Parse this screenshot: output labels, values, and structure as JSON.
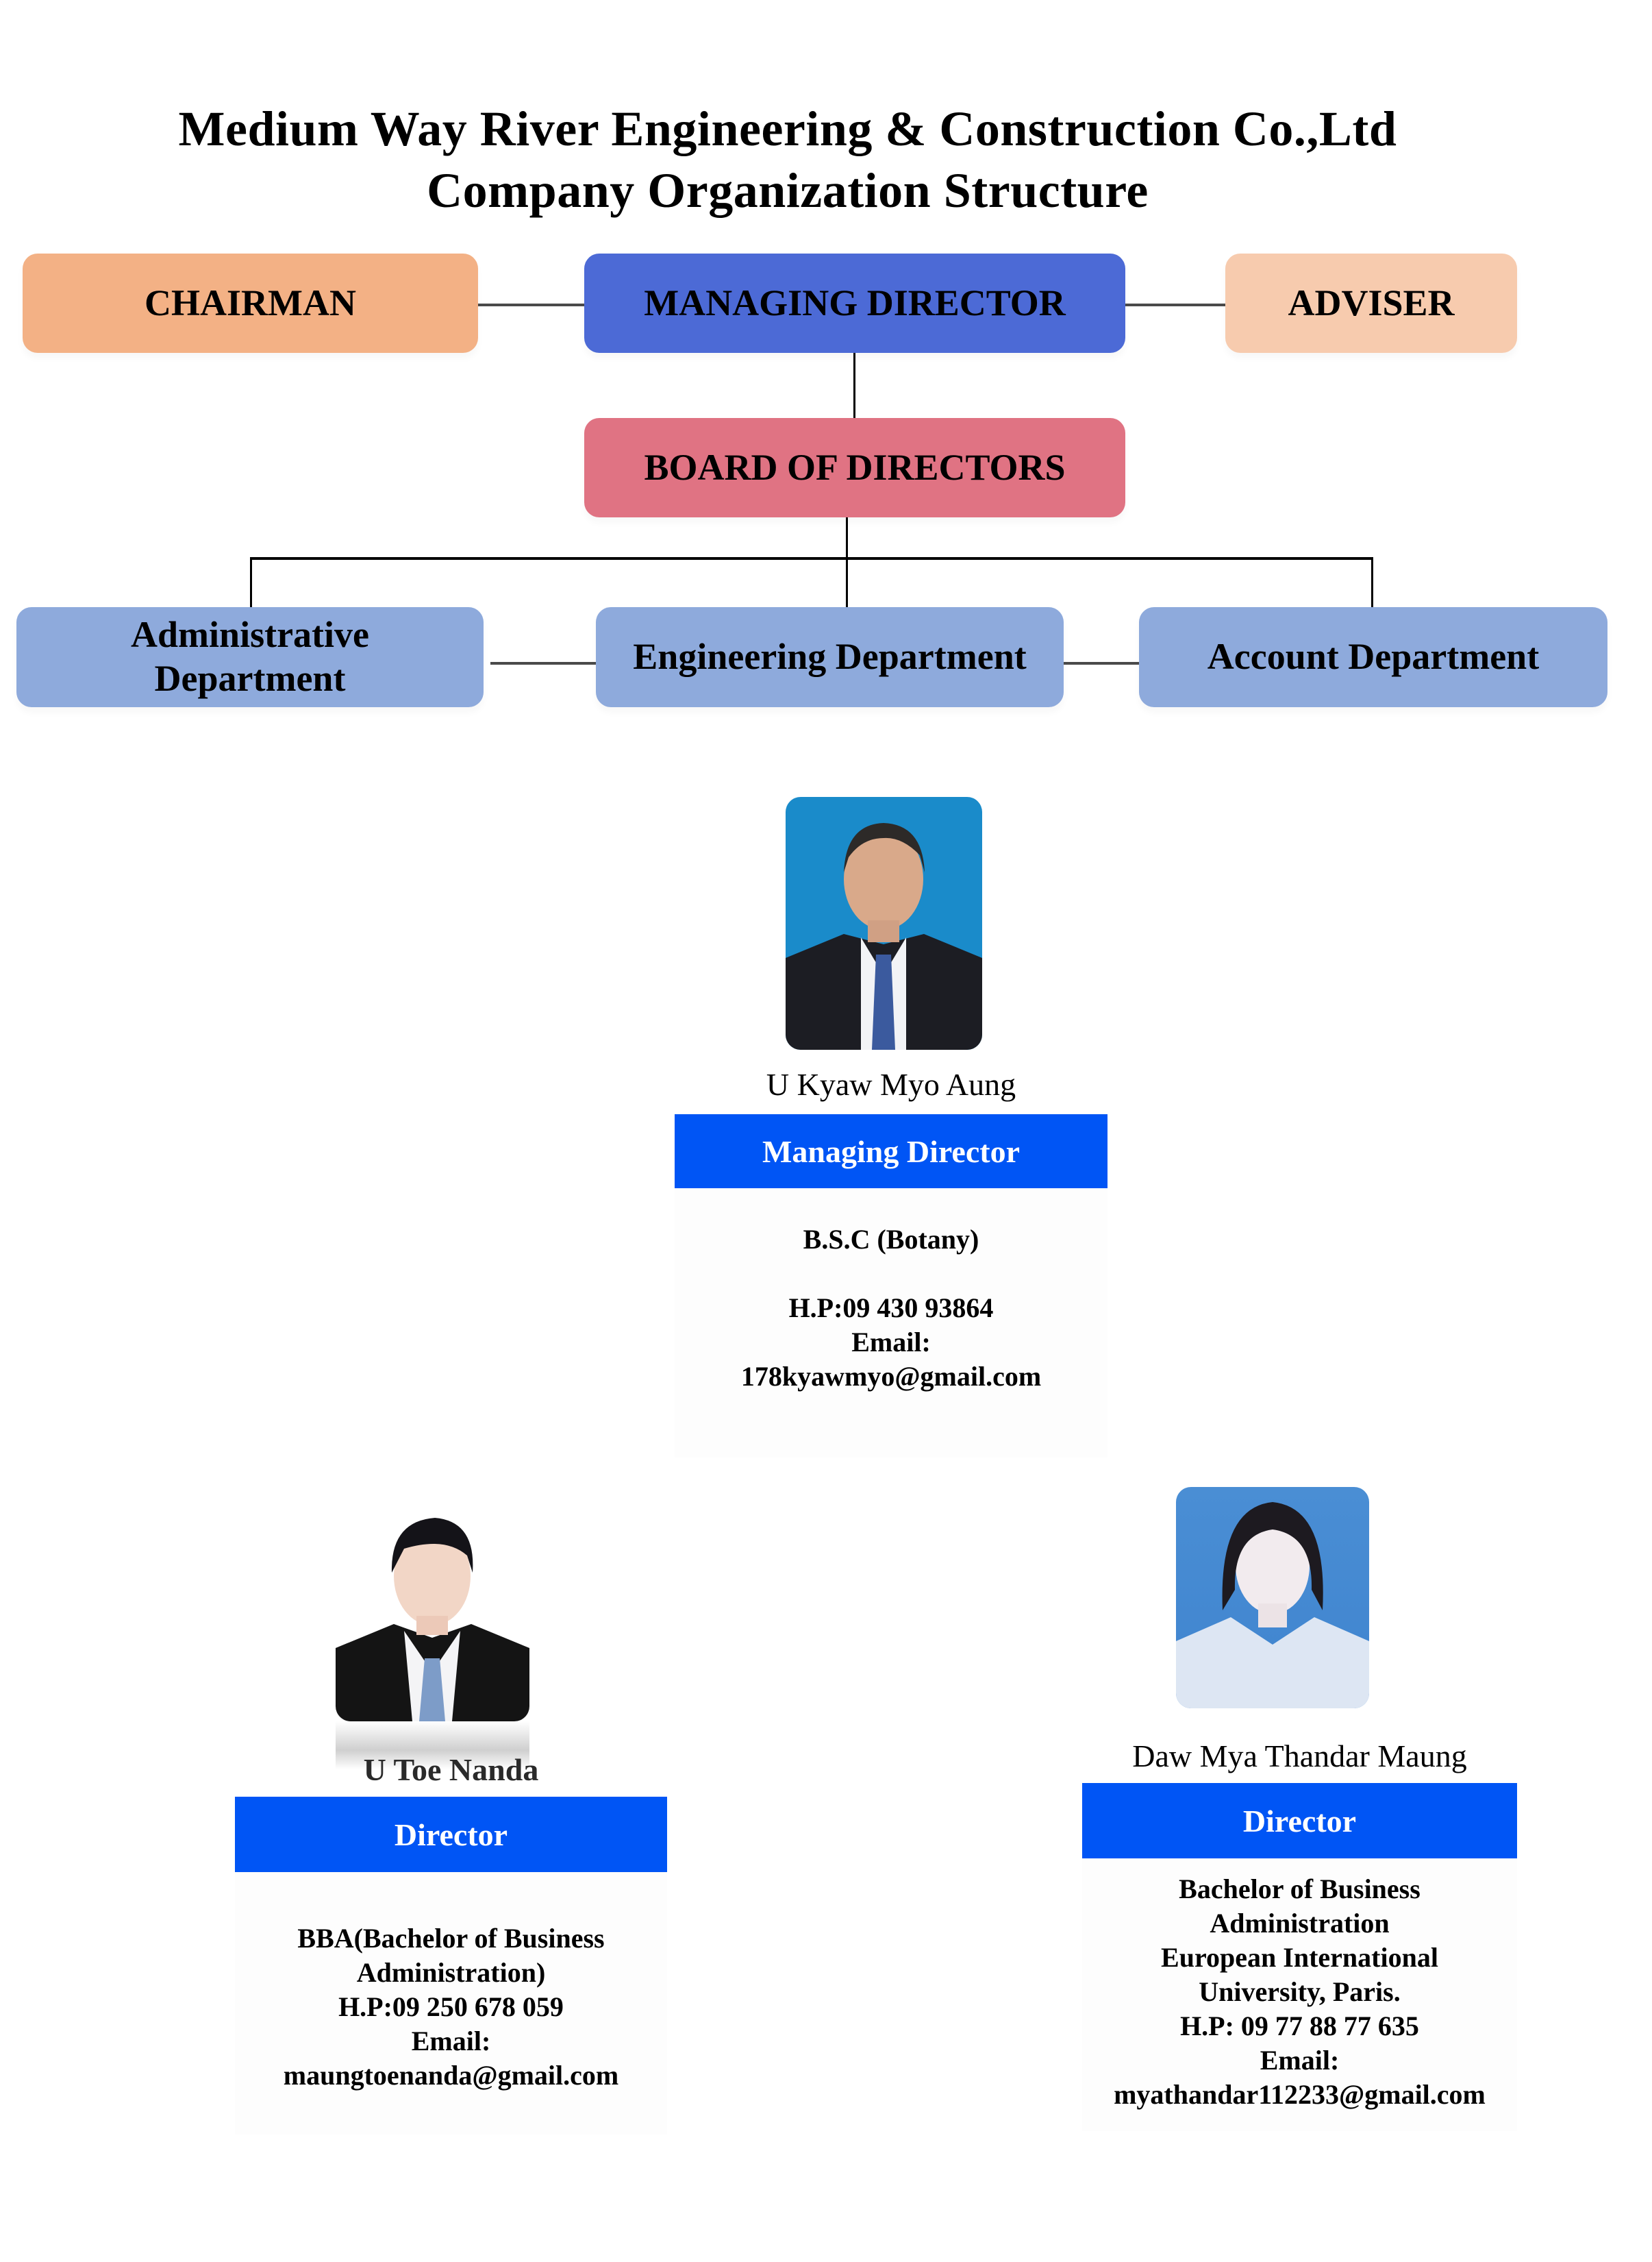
{
  "header": {
    "company_name": "Medium Way River Engineering & Construction Co.,Ltd",
    "subtitle": "Company Organization Structure"
  },
  "org_chart": {
    "top_row": [
      {
        "id": "chairman",
        "label": "CHAIRMAN",
        "color": "#f3b185"
      },
      {
        "id": "managing-director",
        "label": "MANAGING DIRECTOR",
        "color": "#4c6ad6"
      },
      {
        "id": "adviser",
        "label": "ADVISER",
        "color": "#f7cbae"
      }
    ],
    "board": {
      "label": "BOARD OF DIRECTORS",
      "color": "#e07383"
    },
    "departments": [
      {
        "id": "administrative",
        "label_line1": "Administrative",
        "label_line2": "Department",
        "color": "#8eaadc"
      },
      {
        "id": "engineering",
        "label": "Engineering Department",
        "color": "#8eaadc"
      },
      {
        "id": "account",
        "label": "Account Department",
        "color": "#8eaadc"
      }
    ],
    "line_color": "#4a4a4a"
  },
  "profiles": [
    {
      "id": "managing-director",
      "name": "U Kyaw Myo Aung",
      "role": "Managing Director",
      "role_bar_color": "#0055f5",
      "photo_background": "#1a8bca",
      "details": [
        "B.S.C (Botany)",
        "",
        "H.P:09 430 93864",
        "Email:",
        "178kyawmyo@gmail.com"
      ]
    },
    {
      "id": "director-toe-nanda",
      "name": "U Toe Nanda",
      "role": "Director",
      "role_bar_color": "#0055f5",
      "photo_background": "#ffffff",
      "details": [
        "BBA(Bachelor of Business",
        "Administration)",
        "H.P:09 250 678 059",
        "Email:",
        "maungtoenanda@gmail.com"
      ]
    },
    {
      "id": "director-mya-thandar-maung",
      "name": "Daw Mya Thandar Maung",
      "role": "Director",
      "role_bar_color": "#0055f5",
      "photo_background": "#4a8ed4",
      "details": [
        "Bachelor of Business",
        "Administration",
        "European International",
        "University, Paris.",
        "H.P: 09 77 88 77 635",
        "Email:",
        "myathandar112233@gmail.com"
      ]
    }
  ]
}
